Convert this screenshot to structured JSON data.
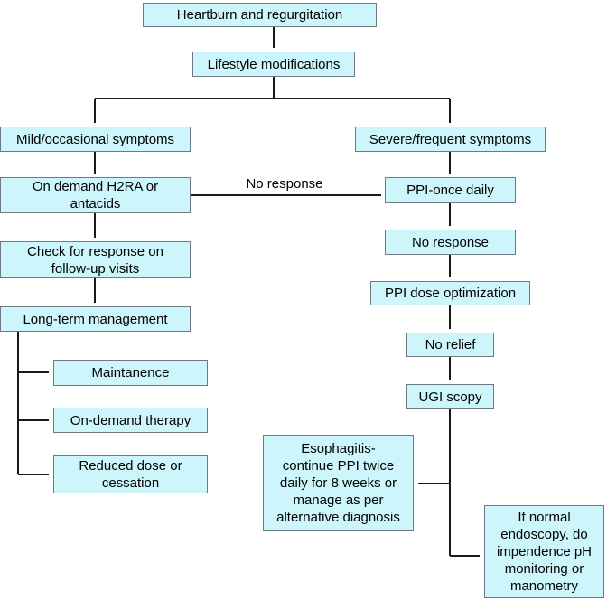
{
  "diagram": {
    "type": "flowchart",
    "topic": "Management algorithm for heartburn and regurgitation",
    "colors": {
      "node_fill": "#ccf6fb",
      "node_border": "#6e7a80",
      "line": "#1a1a1a",
      "background": "#ffffff"
    },
    "nodes": {
      "heartburn": {
        "label": "Heartburn and regurgitation"
      },
      "lifestyle": {
        "label": "Lifestyle modifications"
      },
      "mild": {
        "label": "Mild/occasional symptoms"
      },
      "h2ra": {
        "label": "On demand H2RA or\nantacids"
      },
      "check": {
        "label": "Check for response on\nfollow-up visits"
      },
      "longterm": {
        "label": "Long-term management"
      },
      "maintanence": {
        "label": "Maintanence"
      },
      "ondemand": {
        "label": "On-demand therapy"
      },
      "reduced": {
        "label": "Reduced dose or\ncessation"
      },
      "severe": {
        "label": "Severe/frequent symptoms"
      },
      "ppi_once": {
        "label": "PPI-once daily"
      },
      "no_response": {
        "label": "No response"
      },
      "ppi_dose": {
        "label": "PPI dose optimization"
      },
      "no_relief": {
        "label": "No relief"
      },
      "ugi": {
        "label": "UGI scopy"
      },
      "esophagitis": {
        "label": "Esophagitis-\ncontinue PPI twice\ndaily for 8 weeks or\nmanage as per\nalternative diagnosis"
      },
      "normal_endoscopy": {
        "label": "If normal\nendoscopy, do\nimpendence pH\nmonitoring or\nmanometry"
      }
    },
    "edge_labels": {
      "no_response": "No response"
    }
  }
}
